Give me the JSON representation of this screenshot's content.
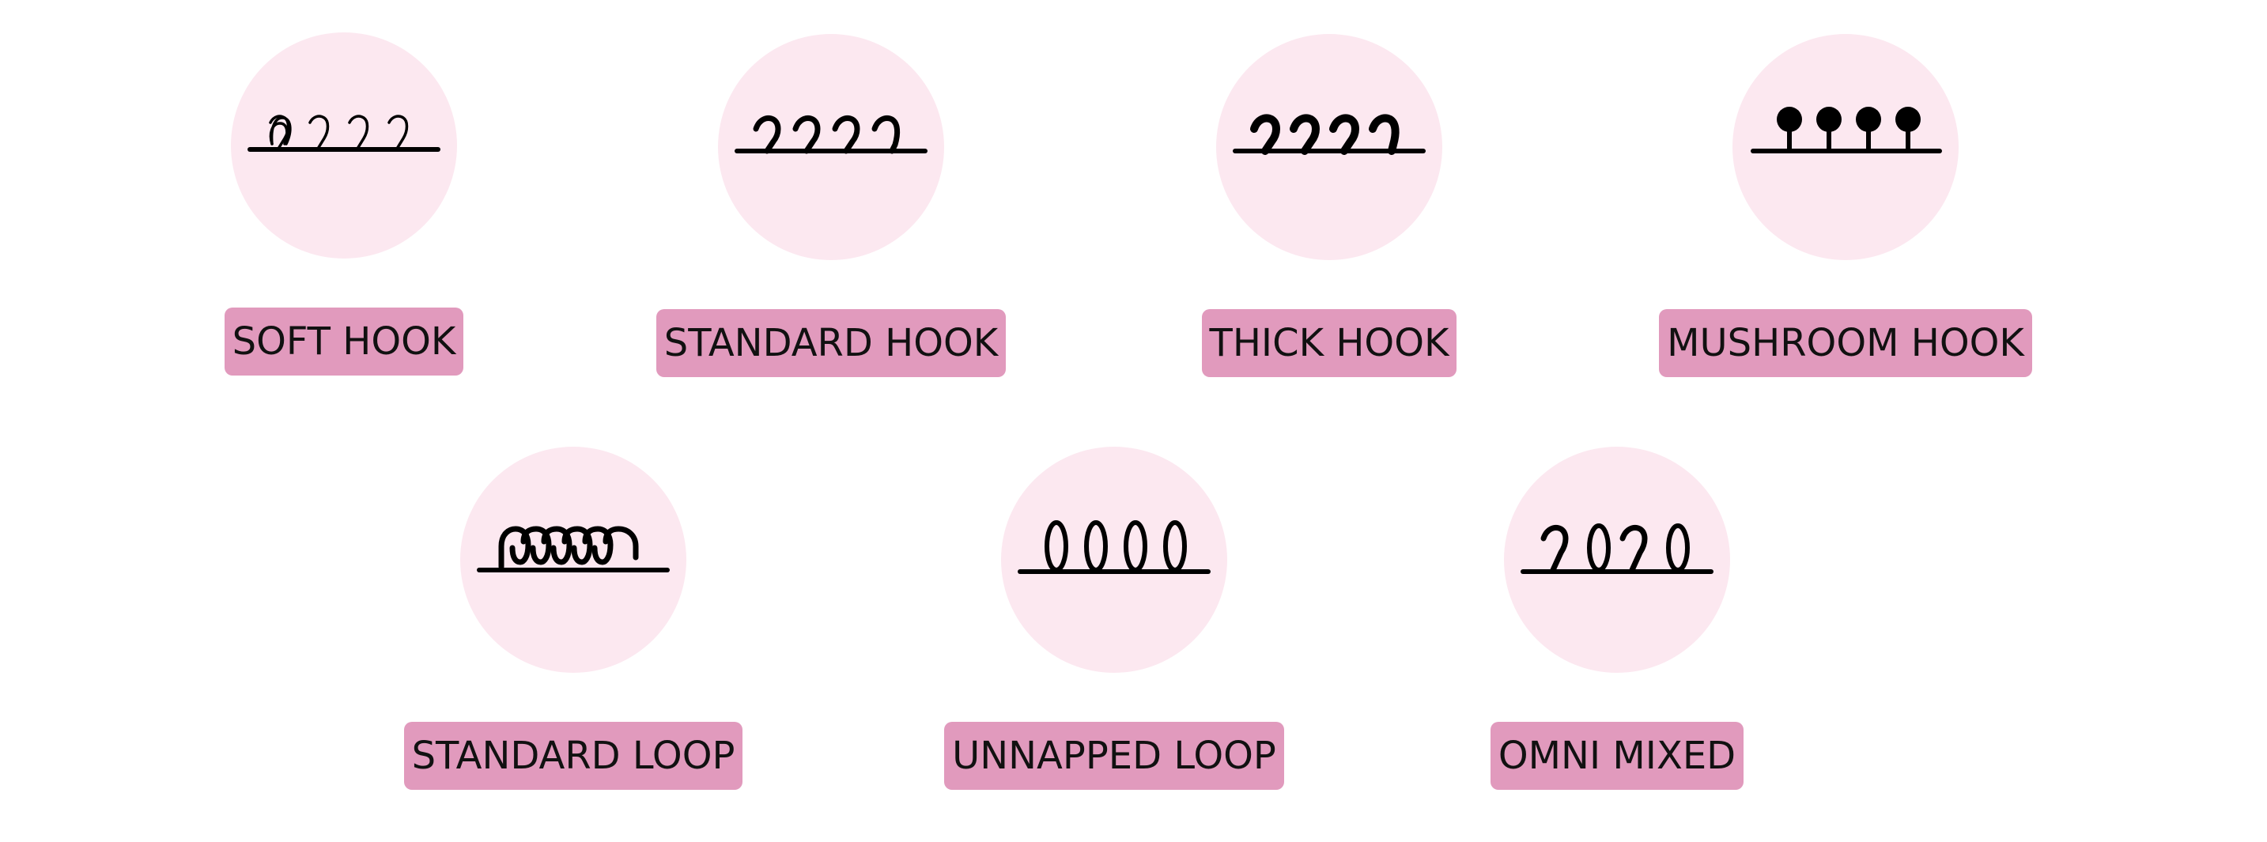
{
  "fasteners": [
    {
      "id": "soft_hook",
      "label": "SOFT HOOK",
      "icon": "soft-hook-icon"
    },
    {
      "id": "standard_hook",
      "label": "STANDARD HOOK",
      "icon": "standard-hook-icon"
    },
    {
      "id": "thick_hook",
      "label": "THICK HOOK",
      "icon": "thick-hook-icon"
    },
    {
      "id": "mushroom_hook",
      "label": "MUSHROOM HOOK",
      "icon": "mushroom-hook-icon"
    },
    {
      "id": "standard_loop",
      "label": "STANDARD LOOP",
      "icon": "standard-loop-icon"
    },
    {
      "id": "unnapped_loop",
      "label": "UNNAPPED LOOP",
      "icon": "unnapped-loop-icon"
    },
    {
      "id": "omni_mixed",
      "label": "OMNI MIXED",
      "icon": "omni-mixed-icon"
    }
  ],
  "colors": {
    "circle_fill": "#fce8f0",
    "label_fill": "#e19abd",
    "stroke": "#000000"
  }
}
